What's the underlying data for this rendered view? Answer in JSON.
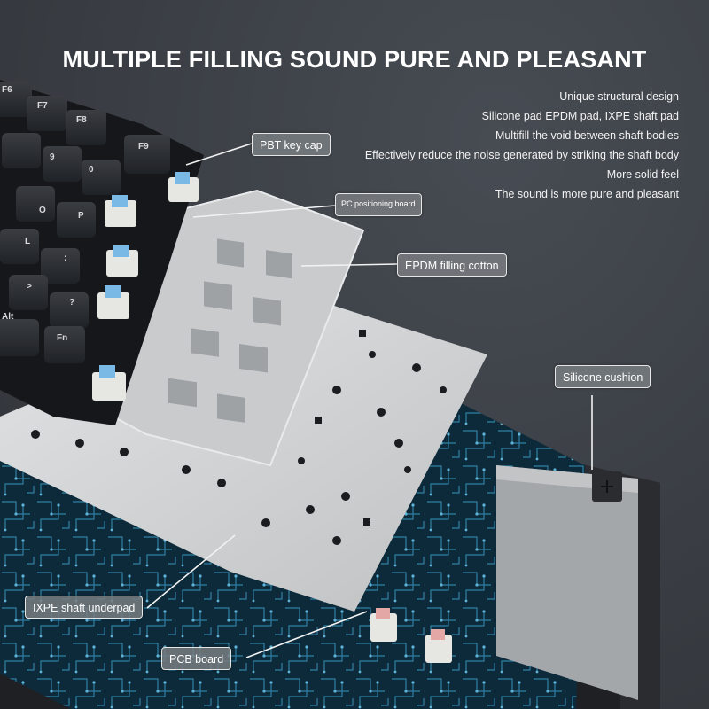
{
  "headline": "MULTIPLE FILLING  SOUND PURE AND PLEASANT",
  "features": [
    "Unique structural design",
    "Silicone pad EPDM pad, IXPE shaft pad",
    "Multifill the void between shaft bodies",
    "Effectively reduce the noise generated by striking the shaft body",
    "More solid feel",
    "The sound is more pure and pleasant"
  ],
  "callouts": {
    "pbt_keycap": "PBT key cap",
    "pc_board": "PC positioning board",
    "epdm": "EPDM filling cotton",
    "silicone": "Silicone cushion",
    "ixpe": "IXPE shaft underpad",
    "pcb": "PCB board"
  },
  "keys": {
    "f6": "F6",
    "f7": "F7",
    "f8": "F8",
    "f9": "F9",
    "k9": "9",
    "k0": "0",
    "o": "O",
    "p": "P",
    "l": "L",
    "colon": ":",
    "gt": ">",
    "qmark": "?",
    "alt": "Alt",
    "fn": "Fn"
  },
  "colors": {
    "background": "#3a3e44",
    "callout_fill": "#7c8084",
    "plate": "#cfd1d3",
    "pcb": "#0d2a3a",
    "keycap": "#2b2e33",
    "switch_stem": "#7ab8e6"
  }
}
